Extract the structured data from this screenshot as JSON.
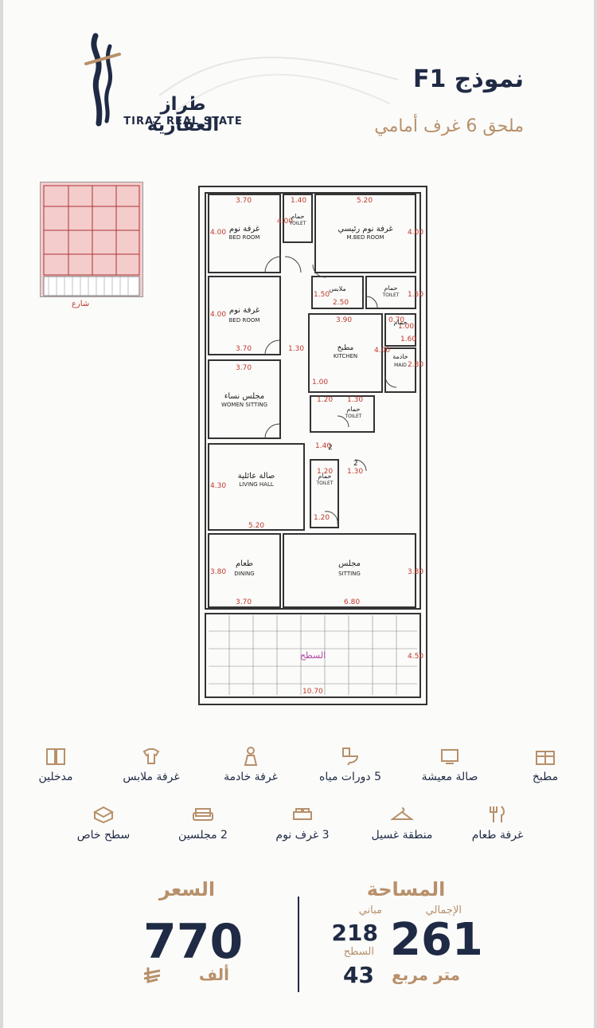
{
  "brand": {
    "name_ar": "طراز العقارية",
    "name_en": "TIRAZ REAL STATE"
  },
  "header": {
    "title": "نموذج F1",
    "subtitle": "ملحق 6 غرف أمامي"
  },
  "keyplan": {
    "street_label": "شارع"
  },
  "plan": {
    "rooms": {
      "bed1_ar": "غرفة نوم",
      "bed1_en": "BED ROOM",
      "mbed_ar": "غرفة نوم رئيسي",
      "mbed_en": "M.BED ROOM",
      "dress_ar": "ملابس",
      "toilet1_ar": "حمام",
      "toilet_en": "TOILET",
      "bed2_ar": "غرفة نوم",
      "bed2_en": "BED ROOM",
      "kitchen_ar": "مطبخ",
      "kitchen_en": "KITCHEN",
      "maid_ar": "خادمة",
      "maid_en": "MAID",
      "women_ar": "مجلس نساء",
      "women_en": "WOMEN SITTING",
      "living_ar": "صالة عائلية",
      "living_en": "LIVING HALL",
      "dining_ar": "طعام",
      "dining_en": "DINING",
      "sitting_ar": "مجلس",
      "sitting_en": "SITTING",
      "roof_ar": "السطح"
    },
    "dims": {
      "d370a": "3.70",
      "d140": "1.40",
      "d520a": "5.20",
      "d400a": "4.00",
      "d400b": "4.00",
      "d150a": "1.50",
      "d250": "2.50",
      "d150b": "1.50",
      "d390": "3.90",
      "d130a": "1.30",
      "d370b": "3.70",
      "d400c": "4.00",
      "d400d": "4.00",
      "d280": "2.80",
      "d100a": "1.00",
      "d370c": "3.70",
      "d120a": "1.20",
      "d130b": "1.30",
      "d140b": "1.40",
      "d120b": "1.20",
      "d130c": "1.30",
      "d430": "4.30",
      "d520b": "5.20",
      "d120c": "1.20",
      "d380a": "3.80",
      "d380b": "3.80",
      "d370d": "3.70",
      "d680": "6.80",
      "d450": "4.50",
      "d1070": "10.70",
      "d400e": "4.00",
      "d060": "0.70",
      "d160": "1.60",
      "d100b": "1.00",
      "n2a": "2",
      "n2b": "2"
    }
  },
  "features": [
    {
      "label": "مطبخ",
      "icon": "kitchen-icon"
    },
    {
      "label": "صالة معيشة",
      "icon": "tv-icon"
    },
    {
      "label": "5 دورات مياه",
      "icon": "toilet-icon"
    },
    {
      "label": "غرفة خادمة",
      "icon": "maid-icon"
    },
    {
      "label": "غرفة ملابس",
      "icon": "hanger-shirt-icon"
    },
    {
      "label": "مدخلين",
      "icon": "doors-icon"
    },
    {
      "label": "غرفة طعام",
      "icon": "cutlery-icon"
    },
    {
      "label": "منطقة غسيل",
      "icon": "hanger-icon"
    },
    {
      "label": "3 غرف نوم",
      "icon": "bed-icon"
    },
    {
      "label": "2 مجلسين",
      "icon": "sofa-icon"
    },
    {
      "label": "سطح خاص",
      "icon": "roof-box-icon"
    }
  ],
  "area": {
    "heading": "المساحة",
    "total_label": "الإجمالي",
    "total": "261",
    "unit": "متر مربع",
    "building_label": "مباني",
    "building": "218",
    "roof_label": "السطح",
    "roof": "43"
  },
  "price": {
    "heading": "السعر",
    "value": "770",
    "unit": "ألف"
  },
  "colors": {
    "navy": "#1f2a44",
    "gold": "#b8906a",
    "dim_red": "#c0392b"
  }
}
